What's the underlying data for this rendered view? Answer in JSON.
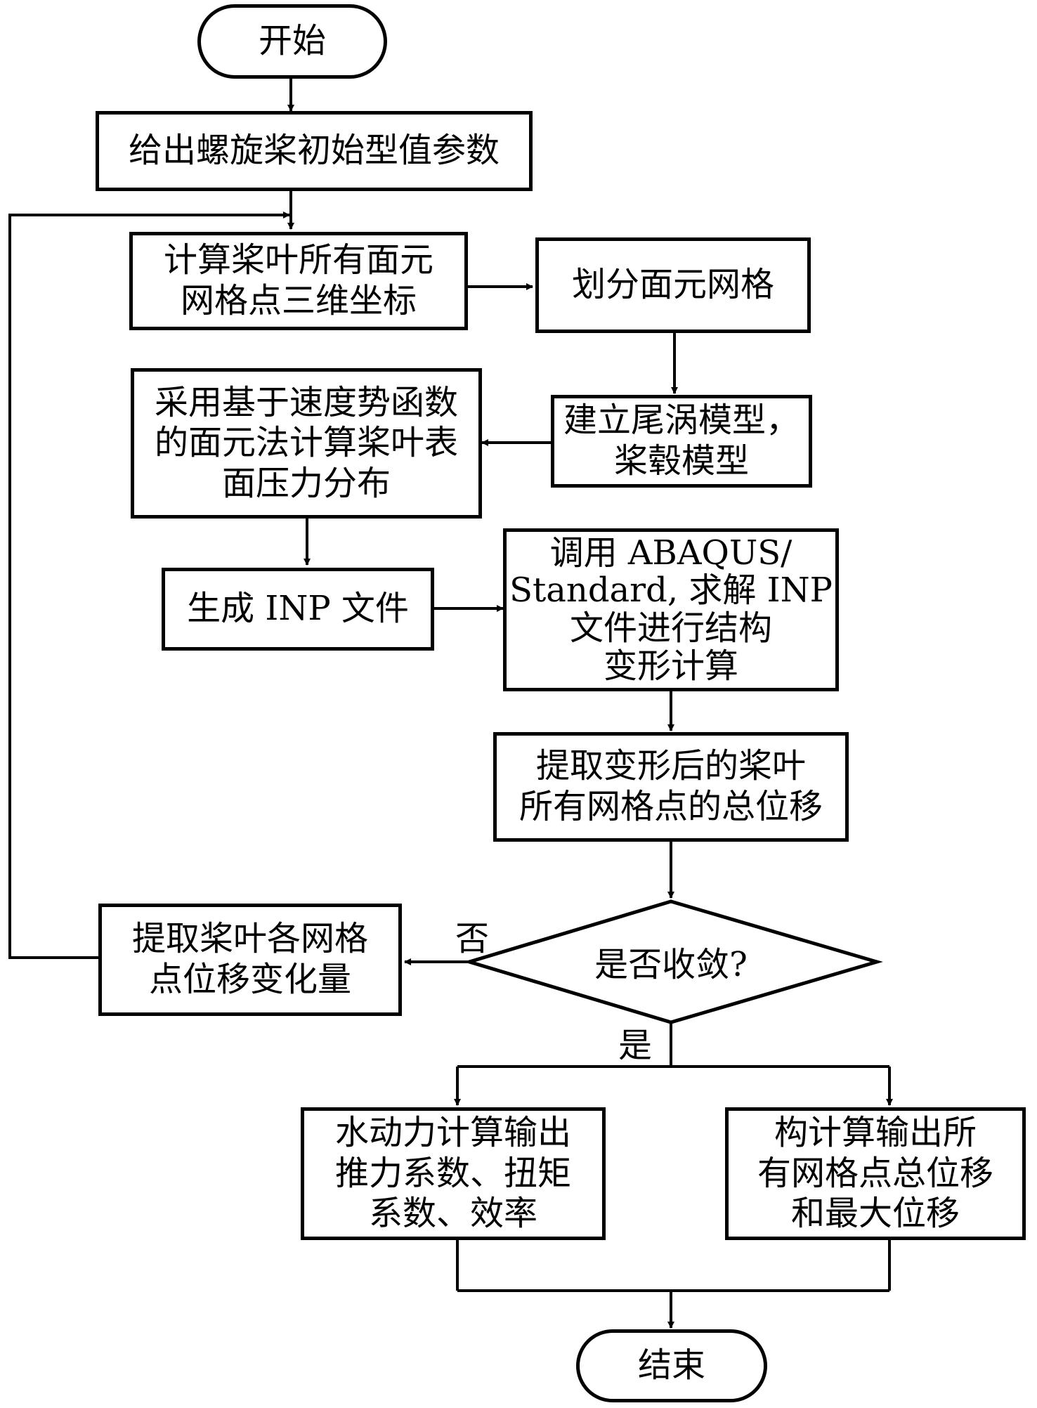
{
  "nodes": {
    "start": "开始",
    "init_params": "给出螺旋桨初始型值参数",
    "calc_coords": [
      "计算桨叶所有面元",
      "网格点三维坐标"
    ],
    "mesh": "划分面元网格",
    "wake_model": [
      "建立尾涡模型，",
      "桨毂模型"
    ],
    "pressure": [
      "采用基于速度势函数",
      "的面元法计算桨叶表",
      "面压力分布"
    ],
    "inp_file": "生成 INP 文件",
    "abaqus": [
      "调用 ABAQUS/",
      "Standard, 求解 INP",
      "文件进行结构",
      "变形计算"
    ],
    "extract_total": [
      "提取变形后的桨叶",
      "所有网格点的总位移"
    ],
    "converge": "是否收敛?",
    "extract_delta": [
      "提取桨叶各网格",
      "点位移变化量"
    ],
    "hydro_output": [
      "水动力计算输出",
      "推力系数、扭矩",
      "系数、效率"
    ],
    "struct_output": [
      "构计算输出所",
      "有网格点总位移",
      "和最大位移"
    ],
    "end": "结束"
  },
  "edge_labels": {
    "no": "否",
    "yes": "是"
  }
}
